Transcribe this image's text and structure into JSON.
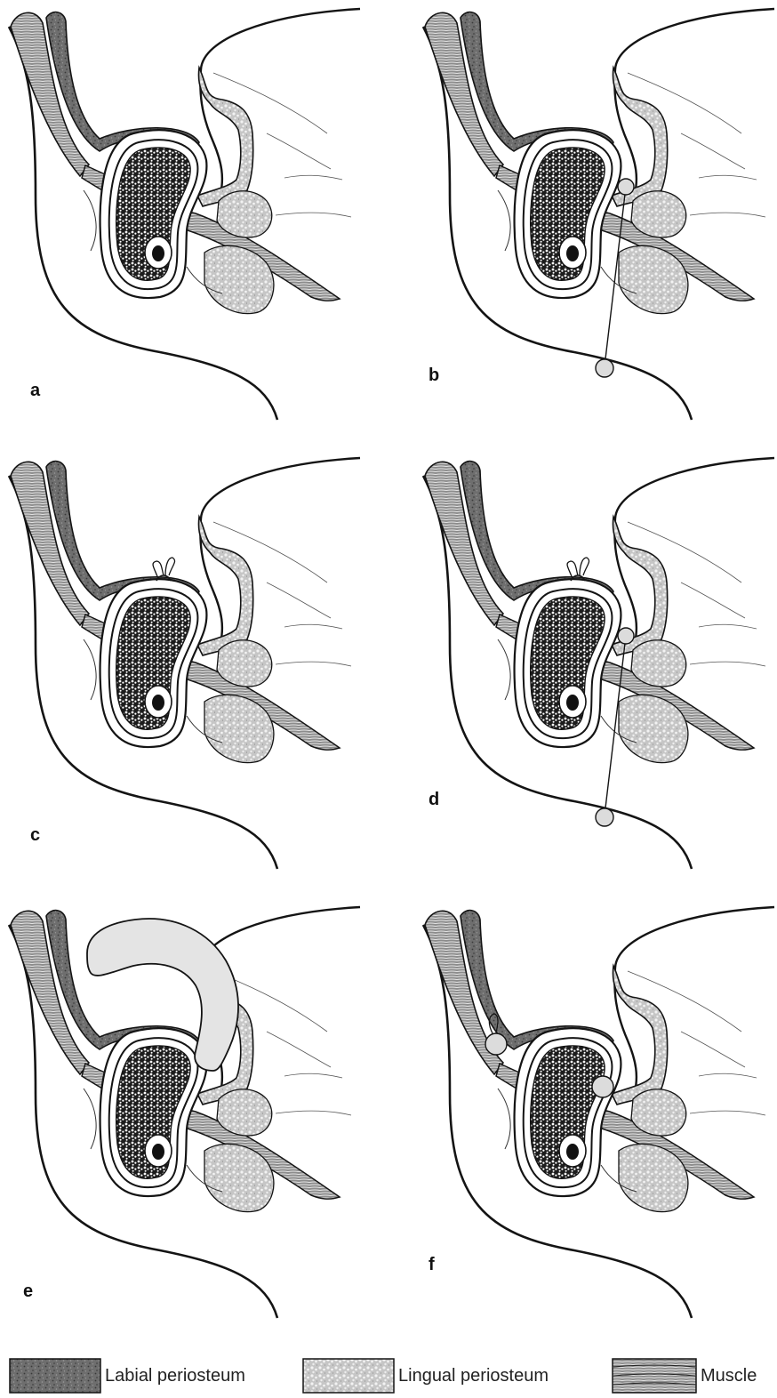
{
  "panels": [
    {
      "label": "a",
      "variant": "base"
    },
    {
      "label": "b",
      "variant": "suture-through"
    },
    {
      "label": "c",
      "variant": "tied-top"
    },
    {
      "label": "d",
      "variant": "tied-top-suture-through"
    },
    {
      "label": "e",
      "variant": "splint"
    },
    {
      "label": "f",
      "variant": "two-bolsters"
    }
  ],
  "legend": [
    {
      "text": "Labial periosteum",
      "pattern": "labial"
    },
    {
      "text": "Lingual periosteum",
      "pattern": "lingual"
    },
    {
      "text": "Muscle",
      "pattern": "muscle"
    }
  ],
  "colors": {
    "labial_periosteum": "#6e6e6e",
    "lingual_periosteum": "#c8c8c8",
    "muscle": "#8a8a8a",
    "bolster": "#dcdcdc",
    "splint": "#e4e4e4",
    "outline": "#141414"
  }
}
